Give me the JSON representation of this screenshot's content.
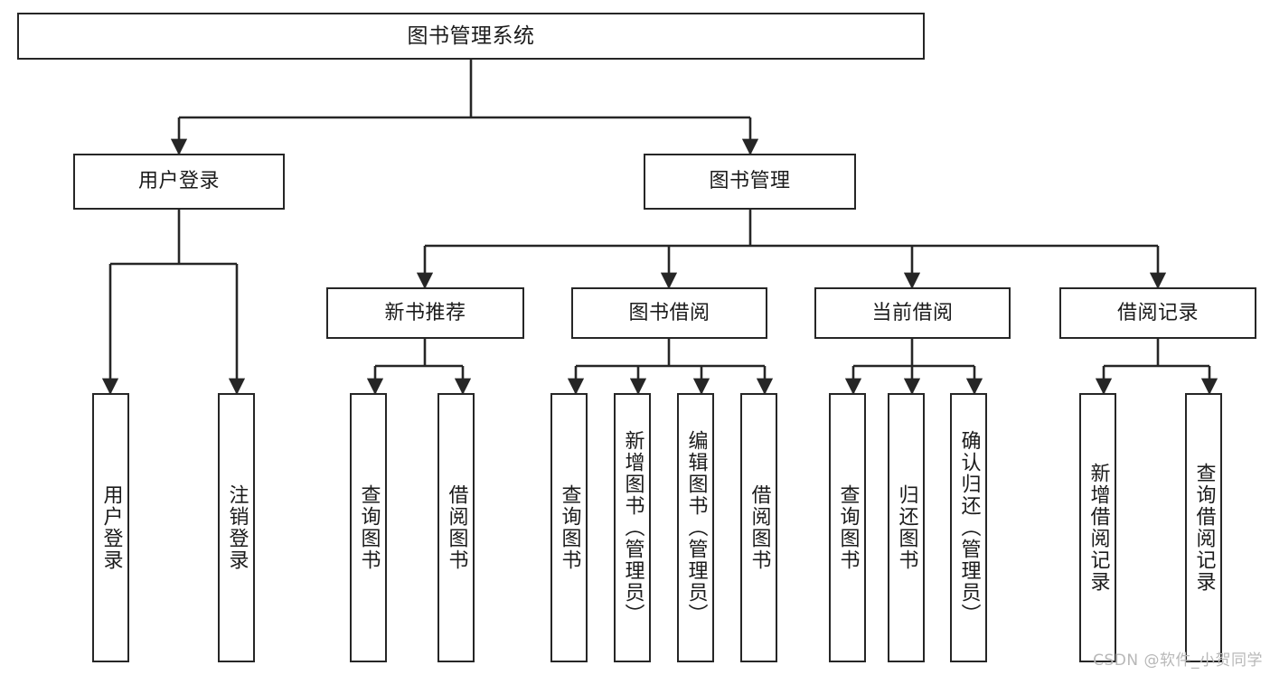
{
  "diagram": {
    "type": "tree-hierarchy",
    "title": "图书管理系统",
    "nodes": {
      "root": {
        "label": "图书管理系统",
        "level": 1
      },
      "user_login": {
        "label": "用户登录",
        "level": 2
      },
      "book_manage": {
        "label": "图书管理",
        "level": 2
      },
      "new_book_rec": {
        "label": "新书推荐",
        "level": 3
      },
      "book_borrow": {
        "label": "图书借阅",
        "level": 3
      },
      "current_borrow": {
        "label": "当前借阅",
        "level": 3
      },
      "borrow_record": {
        "label": "借阅记录",
        "level": 3
      },
      "leaf_user_login": {
        "label": "用户登录",
        "level": 3
      },
      "leaf_logout": {
        "label": "注销登录",
        "level": 3
      },
      "leaf_query_book_1": {
        "label": "查询图书",
        "level": 4
      },
      "leaf_borrow_book_1": {
        "label": "借阅图书",
        "level": 4
      },
      "leaf_query_book_2": {
        "label": "查询图书",
        "level": 4
      },
      "leaf_add_book": {
        "label": "新增图书（管理员）",
        "level": 4
      },
      "leaf_edit_book": {
        "label": "编辑图书（管理员）",
        "level": 4
      },
      "leaf_borrow_book_2": {
        "label": "借阅图书",
        "level": 4
      },
      "leaf_query_book_3": {
        "label": "查询图书",
        "level": 4
      },
      "leaf_return_book": {
        "label": "归还图书",
        "level": 4
      },
      "leaf_confirm_return": {
        "label": "确认归还（管理员）",
        "level": 4
      },
      "leaf_add_record": {
        "label": "新增借阅记录",
        "level": 4
      },
      "leaf_query_record": {
        "label": "查询借阅记录",
        "level": 4
      }
    },
    "edges": [
      {
        "from": "root",
        "to": "user_login"
      },
      {
        "from": "root",
        "to": "book_manage"
      },
      {
        "from": "user_login",
        "to": "leaf_user_login"
      },
      {
        "from": "user_login",
        "to": "leaf_logout"
      },
      {
        "from": "book_manage",
        "to": "new_book_rec"
      },
      {
        "from": "book_manage",
        "to": "book_borrow"
      },
      {
        "from": "book_manage",
        "to": "current_borrow"
      },
      {
        "from": "book_manage",
        "to": "borrow_record"
      },
      {
        "from": "new_book_rec",
        "to": "leaf_query_book_1"
      },
      {
        "from": "new_book_rec",
        "to": "leaf_borrow_book_1"
      },
      {
        "from": "book_borrow",
        "to": "leaf_query_book_2"
      },
      {
        "from": "book_borrow",
        "to": "leaf_add_book"
      },
      {
        "from": "book_borrow",
        "to": "leaf_edit_book"
      },
      {
        "from": "book_borrow",
        "to": "leaf_borrow_book_2"
      },
      {
        "from": "current_borrow",
        "to": "leaf_query_book_3"
      },
      {
        "from": "current_borrow",
        "to": "leaf_return_book"
      },
      {
        "from": "current_borrow",
        "to": "leaf_confirm_return"
      },
      {
        "from": "borrow_record",
        "to": "leaf_add_record"
      },
      {
        "from": "borrow_record",
        "to": "leaf_query_record"
      }
    ],
    "colors": {
      "stroke": "#262626",
      "fill": "#ffffff",
      "text": "#1b1b1b",
      "watermark": "#b8b8b8"
    }
  },
  "watermark": {
    "text": "CSDN @软件_小贺同学"
  }
}
